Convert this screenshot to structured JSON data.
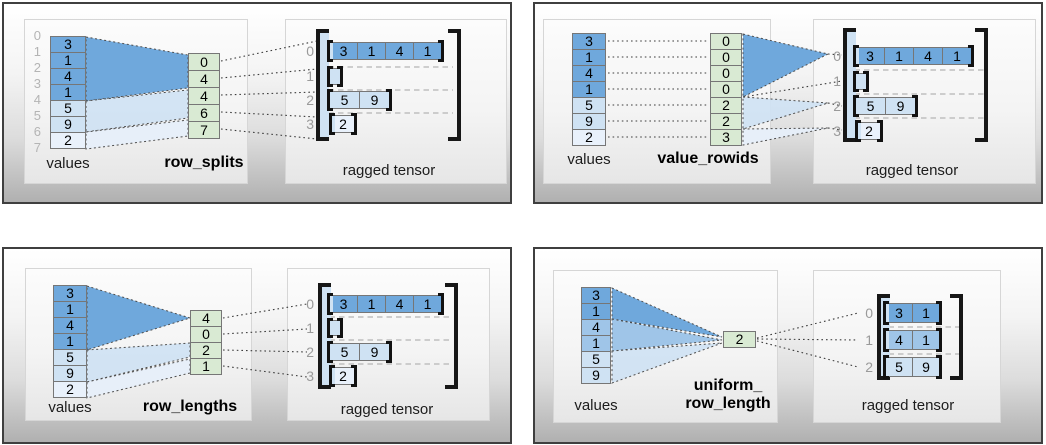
{
  "colors": {
    "dark_blue": "#6fa8dc",
    "medium_blue": "#9fc5e8",
    "light_blue": "#cfe2f3",
    "pale_blue": "#e9f1fb",
    "green": "#d9ead3"
  },
  "panels": [
    {
      "name": "row_splits",
      "values_label": "values",
      "factory_label": "row_splits",
      "ragged_label": "ragged tensor",
      "value_indices": [
        "0",
        "1",
        "2",
        "3",
        "4",
        "5",
        "6",
        "7"
      ],
      "values": [
        "3",
        "1",
        "4",
        "1",
        "5",
        "9",
        "2"
      ],
      "factory_values": [
        "0",
        "4",
        "4",
        "6",
        "7"
      ],
      "row_indices": [
        "0",
        "1",
        "2",
        "3"
      ],
      "rows": [
        [
          "3",
          "1",
          "4",
          "1"
        ],
        [],
        [
          "5",
          "9"
        ],
        [
          "2"
        ]
      ]
    },
    {
      "name": "value_rowids",
      "values_label": "values",
      "factory_label": "value_rowids",
      "ragged_label": "ragged tensor",
      "values": [
        "3",
        "1",
        "4",
        "1",
        "5",
        "9",
        "2"
      ],
      "factory_values": [
        "0",
        "0",
        "0",
        "0",
        "2",
        "2",
        "3"
      ],
      "row_indices": [
        "0",
        "1",
        "2",
        "3"
      ],
      "rows": [
        [
          "3",
          "1",
          "4",
          "1"
        ],
        [],
        [
          "5",
          "9"
        ],
        [
          "2"
        ]
      ]
    },
    {
      "name": "row_lengths",
      "values_label": "values",
      "factory_label": "row_lengths",
      "ragged_label": "ragged tensor",
      "values": [
        "3",
        "1",
        "4",
        "1",
        "5",
        "9",
        "2"
      ],
      "factory_values": [
        "4",
        "0",
        "2",
        "1"
      ],
      "row_indices": [
        "0",
        "1",
        "2",
        "3"
      ],
      "rows": [
        [
          "3",
          "1",
          "4",
          "1"
        ],
        [],
        [
          "5",
          "9"
        ],
        [
          "2"
        ]
      ]
    },
    {
      "name": "uniform_row_length",
      "values_label": "values",
      "factory_label_lines": [
        "uniform_",
        "row_length"
      ],
      "ragged_label": "ragged tensor",
      "values": [
        "3",
        "1",
        "4",
        "1",
        "5",
        "9"
      ],
      "factory_values": [
        "2"
      ],
      "row_indices": [
        "0",
        "1",
        "2"
      ],
      "rows": [
        [
          "3",
          "1"
        ],
        [
          "4",
          "1"
        ],
        [
          "5",
          "9"
        ]
      ]
    }
  ]
}
